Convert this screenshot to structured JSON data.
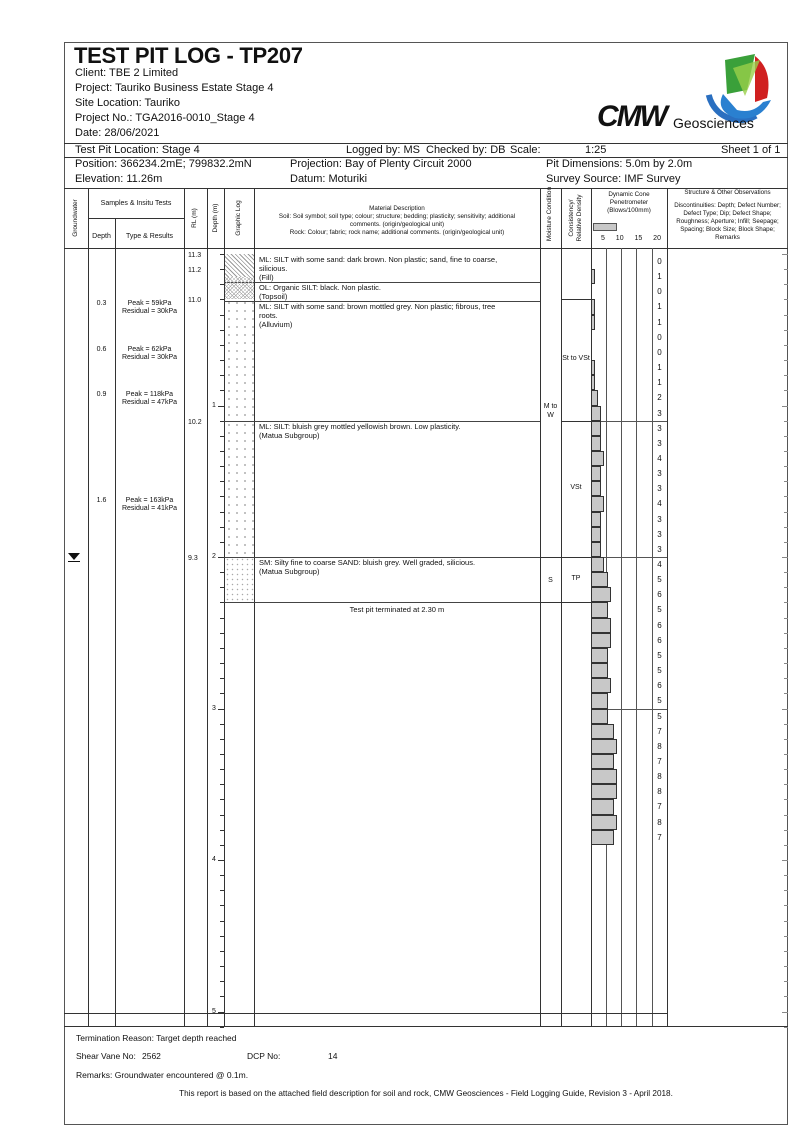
{
  "header": {
    "title": "TEST PIT LOG - TP207",
    "client": "Client: TBE 2 Limited",
    "project": "Project: Tauriko Business Estate Stage 4",
    "site_location": "Site Location: Tauriko",
    "project_no": "Project No.: TGA2016-0010_Stage 4",
    "date": "Date: 28/06/2021",
    "logo_text": "CMW",
    "logo_sub": "Geosciences",
    "test_pit_location": "Test Pit Location: Stage 4",
    "logged_by": "Logged by: MS",
    "checked_by": "Checked by: DB",
    "scale_label": "Scale:",
    "scale_value": "1:25",
    "sheet": "Sheet 1 of 1",
    "position": "Position:  366234.2mE;  799832.2mN",
    "projection": "Projection:  Bay of Plenty Circuit 2000",
    "pit_dimensions": "Pit Dimensions: 5.0m by 2.0m",
    "elevation": "Elevation: 11.26m",
    "datum": "Datum:  Moturiki",
    "survey_source": "Survey Source:  IMF Survey"
  },
  "columns": {
    "groundwater": "Groundwater",
    "samples": "Samples & Insitu Tests",
    "depth": "Depth",
    "type_results": "Type & Results",
    "rl": "RL (m)",
    "depth_m": "Depth (m)",
    "graphic_log": "Graphic Log",
    "material_title": "Material Description",
    "material_soil": "Soil: Soil symbol; soil type; colour; structure; bedding; plasticity; sensitivity; additional",
    "material_soil2": "comments. (origin/geological unit)",
    "material_rock": "Rock: Colour; fabric; rock name; additional comments. (origin/geological unit)",
    "moisture": "Moisture Condition",
    "consistency": "Consistency/ Relative Density",
    "dcp_title": "Dynamic Cone Penetrometer (Blows/100mm)",
    "dcp_scale": [
      "5",
      "10",
      "15",
      "20"
    ],
    "structure_title": "Structure & Other Observations",
    "structure_text": "Discontinuities: Depth; Defect Number; Defect Type; Dip; Defect Shape; Roughness; Aperture; Infill; Seepage; Spacing; Block Size; Block Shape; Remarks"
  },
  "samples": [
    {
      "depth": "0.3",
      "d": 0.3,
      "result1": "Peak = 59kPa",
      "result2": "Residual = 30kPa"
    },
    {
      "depth": "0.6",
      "d": 0.6,
      "result1": "Peak = 62kPa",
      "result2": "Residual = 30kPa"
    },
    {
      "depth": "0.9",
      "d": 0.9,
      "result1": "Peak = 118kPa",
      "result2": "Residual = 47kPa"
    },
    {
      "depth": "1.6",
      "d": 1.6,
      "result1": "Peak = 163kPa",
      "result2": "Residual = 41kPa"
    }
  ],
  "rl_labels": [
    {
      "text": "11.3",
      "d": 0.0
    },
    {
      "text": "11.2",
      "d": 0.1
    },
    {
      "text": "11.0",
      "d": 0.3
    },
    {
      "text": "10.2",
      "d": 1.1
    },
    {
      "text": "9.3",
      "d": 2.0
    }
  ],
  "depth_labels": [
    "1",
    "2",
    "3",
    "4",
    "5"
  ],
  "layers": [
    {
      "from": 0.0,
      "to": 0.15,
      "pattern": "hatch",
      "lines": [
        "ML: SILT with some sand: dark brown. Non plastic; sand, fine to coarse,",
        "silicious.",
        "(Fill)"
      ]
    },
    {
      "from": 0.15,
      "to": 0.3,
      "pattern": "cross",
      "lines": [
        "OL: Organic SILT: black. Non plastic.",
        "(Topsoil)"
      ]
    },
    {
      "from": 0.3,
      "to": 1.1,
      "pattern": "x",
      "lines": [
        "ML: SILT with some sand: brown mottled grey. Non plastic; fibrous, tree",
        "roots.",
        "(Alluvium)"
      ]
    },
    {
      "from": 1.1,
      "to": 2.0,
      "pattern": "x",
      "lines": [
        "ML: SILT: bluish grey mottled yellowish brown. Low plasticity.",
        "(Matua Subgroup)"
      ]
    },
    {
      "from": 2.0,
      "to": 2.3,
      "pattern": "dot",
      "lines": [
        "SM: Silty fine to coarse SAND: bluish grey. Well graded, silicious.",
        "(Matua Subgroup)"
      ]
    }
  ],
  "termination_text": "Test pit terminated at 2.30 m",
  "termination_depth": 2.3,
  "moisture": [
    {
      "from": 0.0,
      "to": 2.0,
      "text": "M to W"
    },
    {
      "from": 2.0,
      "to": 2.3,
      "text": "S"
    }
  ],
  "consistency": [
    {
      "from": 0.3,
      "to": 1.1,
      "text": "St to VSt"
    },
    {
      "from": 1.1,
      "to": 2.0,
      "text": "VSt"
    },
    {
      "from": 2.0,
      "to": 2.3,
      "text": "TP"
    }
  ],
  "groundwater_depth": 2.0,
  "dcp_blows": [
    0,
    1,
    0,
    1,
    1,
    0,
    0,
    1,
    1,
    2,
    3,
    3,
    3,
    4,
    3,
    3,
    4,
    3,
    3,
    3,
    4,
    5,
    6,
    5,
    6,
    6,
    5,
    5,
    6,
    5,
    5,
    7,
    8,
    7,
    8,
    8,
    7,
    8,
    7
  ],
  "footer": {
    "termination_reason": "Termination Reason:  Target depth reached",
    "shear_vane_label": "Shear Vane No:",
    "shear_vane_no": "2562",
    "dcp_label": "DCP No:",
    "dcp_no": "14",
    "remarks": "Remarks:  Groundwater encountered @ 0.1m.",
    "note": "This report is based on the attached field description for soil and rock, CMW Geosciences - Field Logging Guide, Revision 3 - April 2018."
  }
}
